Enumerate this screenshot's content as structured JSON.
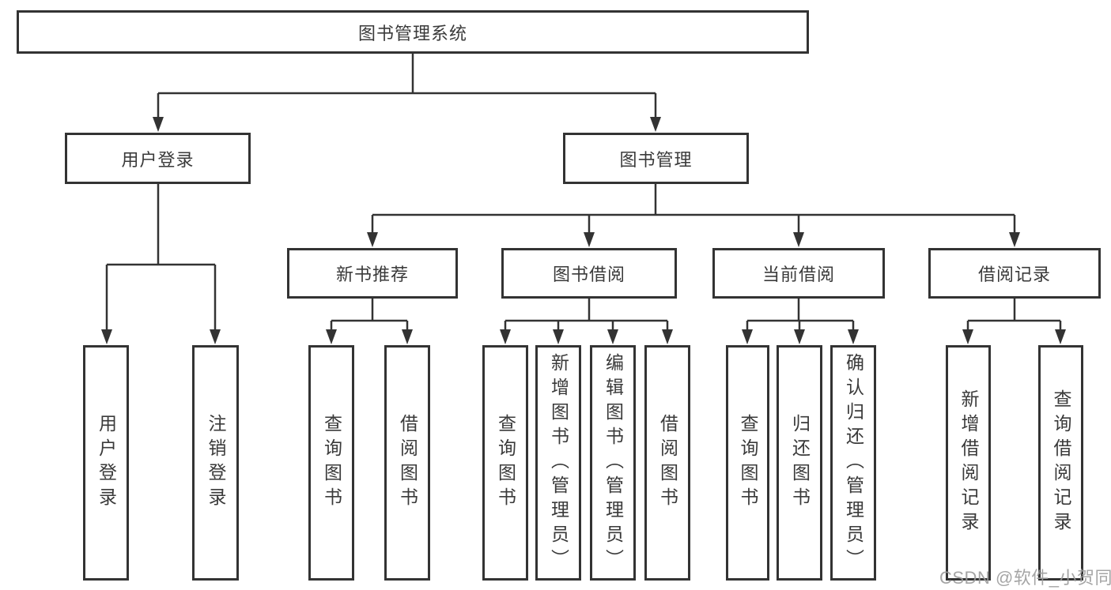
{
  "tree": {
    "root": {
      "label": "图书管理系统"
    },
    "branches": [
      {
        "label": "用户登录",
        "leaves": [
          {
            "label": "用户登录"
          },
          {
            "label": "注销登录"
          }
        ]
      },
      {
        "label": "图书管理",
        "groups": [
          {
            "label": "新书推荐",
            "leaves": [
              {
                "label": "查询图书"
              },
              {
                "label": "借阅图书"
              }
            ]
          },
          {
            "label": "图书借阅",
            "leaves": [
              {
                "label": "查询图书"
              },
              {
                "label": "新增图书（管理员）"
              },
              {
                "label": "编辑图书（管理员）"
              },
              {
                "label": "借阅图书"
              }
            ]
          },
          {
            "label": "当前借阅",
            "leaves": [
              {
                "label": "查询图书"
              },
              {
                "label": "归还图书"
              },
              {
                "label": "确认归还（管理员）"
              }
            ]
          },
          {
            "label": "借阅记录",
            "leaves": [
              {
                "label": "新增借阅记录"
              },
              {
                "label": "查询借阅记录"
              }
            ]
          }
        ]
      }
    ]
  },
  "watermark": {
    "text": "CSDN @软件_小贺同学"
  },
  "colors": {
    "line": "#333333",
    "text": "#3a3a3a",
    "watermark": "#9b9b9b",
    "background": "#ffffff"
  }
}
